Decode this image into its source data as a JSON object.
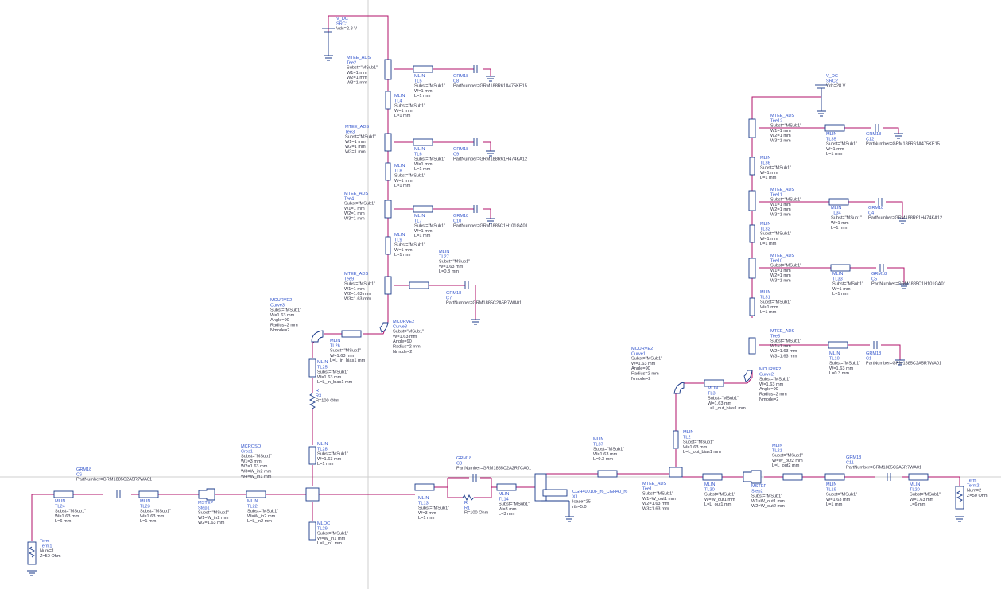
{
  "components": [
    {
      "name": "SRC1",
      "lines": [
        "V_DC",
        "SRC1",
        "Vdc=2.8 V"
      ]
    },
    {
      "name": "Tee2",
      "lines": [
        "MTEE_ADS",
        "Tee2",
        "Subst=\"MSub1\"",
        "W1=1 mm",
        "W2=1 mm",
        "W3=1 mm"
      ]
    },
    {
      "name": "TL5",
      "lines": [
        "MLIN",
        "TL5",
        "Subst=\"MSub1\"",
        "W=1 mm",
        "L=1 mm"
      ]
    },
    {
      "name": "C8",
      "lines": [
        "GRM18",
        "C8",
        "PartNumber=GRM188R61A475KE15"
      ]
    },
    {
      "name": "TL4",
      "lines": [
        "MLIN",
        "TL4",
        "Subst=\"MSub1\"",
        "W=1 mm",
        "L=1 mm"
      ]
    },
    {
      "name": "Tee3",
      "lines": [
        "MTEE_ADS",
        "Tee3",
        "Subst=\"MSub1\"",
        "W1=1 mm",
        "W2=1 mm",
        "W3=1 mm"
      ]
    },
    {
      "name": "TL6",
      "lines": [
        "MLIN",
        "TL6",
        "Subst=\"MSub1\"",
        "W=1 mm",
        "L=1 mm"
      ]
    },
    {
      "name": "C9",
      "lines": [
        "GRM18",
        "C9",
        "PartNumber=GRM188R61H474KA12"
      ]
    },
    {
      "name": "TL8",
      "lines": [
        "MLIN",
        "TL8",
        "Subst=\"MSub1\"",
        "W=1 mm",
        "L=1 mm"
      ]
    },
    {
      "name": "Tee4",
      "lines": [
        "MTEE_ADS",
        "Tee4",
        "Subst=\"MSub1\"",
        "W1=1 mm",
        "W2=1 mm",
        "W3=1 mm"
      ]
    },
    {
      "name": "TL7",
      "lines": [
        "MLIN",
        "TL7",
        "Subst=\"MSub1\"",
        "W=1 mm",
        "L=1 mm"
      ]
    },
    {
      "name": "C10",
      "lines": [
        "GRM18",
        "C10",
        "PartNumber=GRM1885C1H101GA01"
      ]
    },
    {
      "name": "TL9",
      "lines": [
        "MLIN",
        "TL9",
        "Subst=\"MSub1\"",
        "W=1 mm",
        "L=1 mm"
      ]
    },
    {
      "name": "TL27",
      "lines": [
        "MLIN",
        "TL27",
        "Subst=\"MSub1\"",
        "W=1.63 mm",
        "L=0.3 mm"
      ]
    },
    {
      "name": "Tee9",
      "lines": [
        "MTEE_ADS",
        "Tee9",
        "Subst=\"MSub1\"",
        "W1=1 mm",
        "W2=1.63 mm",
        "W3=1.63 mm"
      ]
    },
    {
      "name": "C7",
      "lines": [
        "GRM18",
        "C7",
        "PartNumber=GRM1885C2A5R7WA01"
      ]
    },
    {
      "name": "Curve3",
      "lines": [
        "MCURVE2",
        "Curve3",
        "Subst=\"MSub1\"",
        "W=1.63 mm",
        "Angle=90",
        "Radius=2 mm",
        "Nmode=2"
      ]
    },
    {
      "name": "Curve8",
      "lines": [
        "MCURVE2",
        "Curve8",
        "Subst=\"MSub1\"",
        "W=1.63 mm",
        "Angle=90",
        "Radius=2 mm",
        "Nmode=2"
      ]
    },
    {
      "name": "TL26",
      "lines": [
        "MLIN",
        "TL26",
        "Subst=\"MSub1\"",
        "W=1.63 mm",
        "L=L_in_bias1 mm"
      ]
    },
    {
      "name": "TL25",
      "lines": [
        "MLIN",
        "TL25",
        "Subst=\"MSub1\"",
        "W=1.63 mm",
        "L=L_in_bias1 mm"
      ]
    },
    {
      "name": "R3",
      "lines": [
        "R",
        "R3",
        "R=100 Ohm"
      ]
    },
    {
      "name": "TL28",
      "lines": [
        "MLIN",
        "TL28",
        "Subst=\"MSub1\"",
        "W=1.63 mm",
        "L=1 mm"
      ]
    },
    {
      "name": "Cros1",
      "lines": [
        "MCROSO",
        "Cros1",
        "Subst=\"MSub1\"",
        "W1=3 mm",
        "W2=1.63 mm",
        "W3=W_in2 mm",
        "W4=W_in1 mm"
      ]
    },
    {
      "name": "C6",
      "lines": [
        "GRM18",
        "C6",
        "PartNumber=GRM1885C2A5R7WA01"
      ]
    },
    {
      "name": "TL24",
      "lines": [
        "MLIN",
        "TL24",
        "Subst=\"MSub1\"",
        "W=1.63 mm",
        "L=6 mm"
      ]
    },
    {
      "name": "TL23",
      "lines": [
        "MLIN",
        "TL23",
        "Subst=\"MSub1\"",
        "W=1.63 mm",
        "L=1 mm"
      ]
    },
    {
      "name": "Step1",
      "lines": [
        "MSTEP",
        "Step1",
        "Subst=\"MSub1\"",
        "W1=W_in2 mm",
        "W2=1.63 mm"
      ]
    },
    {
      "name": "TL22",
      "lines": [
        "MLIN",
        "TL22",
        "Subst=\"MSub1\"",
        "W=W_in2 mm",
        "L=L_in2 mm"
      ]
    },
    {
      "name": "TL29",
      "lines": [
        "MLOC",
        "TL29",
        "Subst=\"MSub1\"",
        "W=W_in1 mm",
        "L=L_in1 mm"
      ]
    },
    {
      "name": "Term1",
      "lines": [
        "Term",
        "Term1",
        "Num=1",
        "Z=50 Ohm"
      ]
    },
    {
      "name": "C3",
      "lines": [
        "GRM18",
        "C3",
        "PartNumber=GRM1885C2A2R7CA01"
      ]
    },
    {
      "name": "TL13",
      "lines": [
        "MLIN",
        "TL13",
        "Subst=\"MSub1\"",
        "W=3 mm",
        "L=1 mm"
      ]
    },
    {
      "name": "R1",
      "lines": [
        "R",
        "R1",
        "R=100 Ohm"
      ]
    },
    {
      "name": "TL14",
      "lines": [
        "MLIN",
        "TL14",
        "Subst=\"MSub1\"",
        "W=3 mm",
        "L=3 mm"
      ]
    },
    {
      "name": "X1",
      "lines": [
        "CGH40010F_r6_CGH40_r6",
        "X1",
        "Icase=25",
        "rth=5.0"
      ]
    },
    {
      "name": "TL37",
      "lines": [
        "MLIN",
        "TL37",
        "Subst=\"MSub1\"",
        "W=1.63 mm",
        "L=0.3 mm"
      ]
    },
    {
      "name": "Tee1",
      "lines": [
        "MTEE_ADS",
        "Tee1",
        "Subst=\"MSub1\"",
        "W1=W_out1 mm",
        "W2=1.63 mm",
        "W3=1.63 mm"
      ]
    },
    {
      "name": "Curve1",
      "lines": [
        "MCURVE2",
        "Curve1",
        "Subst=\"MSub1\"",
        "W=1.63 mm",
        "Angle=90",
        "Radius=2 mm",
        "Nmode=2"
      ]
    },
    {
      "name": "TL2",
      "lines": [
        "MLIN",
        "TL2",
        "Subst=\"MSub1\"",
        "W=1.63 mm",
        "L=L_out_bias1 mm"
      ]
    },
    {
      "name": "TL3",
      "lines": [
        "MLIN",
        "TL3",
        "Subst=\"MSub1\"",
        "W=1.63 mm",
        "L=L_out_bias1 mm"
      ]
    },
    {
      "name": "Curve2",
      "lines": [
        "MCURVE2",
        "Curve2",
        "Subst=\"MSub1\"",
        "W=1.63 mm",
        "Angle=90",
        "Radius=2 mm",
        "Nmode=2"
      ]
    },
    {
      "name": "TL30",
      "lines": [
        "MLIN",
        "TL30",
        "Subst=\"MSub1\"",
        "W=W_out1 mm",
        "L=L_out1 mm"
      ]
    },
    {
      "name": "Step2",
      "lines": [
        "MSTEP",
        "Step2",
        "Subst=\"MSub1\"",
        "W1=W_out1 mm",
        "W2=W_out2 mm"
      ]
    },
    {
      "name": "TL21",
      "lines": [
        "MLIN",
        "TL21",
        "Subst=\"MSub1\"",
        "W=W_out2 mm",
        "L=L_out2 mm"
      ]
    },
    {
      "name": "TL19",
      "lines": [
        "MLIN",
        "TL19",
        "Subst=\"MSub1\"",
        "W=1.63 mm",
        "L=1 mm"
      ]
    },
    {
      "name": "C11",
      "lines": [
        "GRM18",
        "C11",
        "PartNumber=GRM1885C2A5R7WA01"
      ]
    },
    {
      "name": "TL20",
      "lines": [
        "MLIN",
        "TL20",
        "Subst=\"MSub1\"",
        "W=1.63 mm",
        "L=6 mm"
      ]
    },
    {
      "name": "Term2",
      "lines": [
        "Term",
        "Term2",
        "Num=2",
        "Z=50 Ohm"
      ]
    },
    {
      "name": "SRC2",
      "lines": [
        "V_DC",
        "SRC2",
        "Vdc=28 V"
      ]
    },
    {
      "name": "Tee12",
      "lines": [
        "MTEE_ADS",
        "Tee12",
        "Subst=\"MSub1\"",
        "W1=1 mm",
        "W2=1 mm",
        "W3=1 mm"
      ]
    },
    {
      "name": "TL35",
      "lines": [
        "MLIN",
        "TL35",
        "Subst=\"MSub1\"",
        "W=1 mm",
        "L=1 mm"
      ]
    },
    {
      "name": "C12",
      "lines": [
        "GRM18",
        "C12",
        "PartNumber=GRM188R61A475KE15"
      ]
    },
    {
      "name": "TL36",
      "lines": [
        "MLIN",
        "TL36",
        "Subst=\"MSub1\"",
        "W=1 mm",
        "L=1 mm"
      ]
    },
    {
      "name": "Tee11",
      "lines": [
        "MTEE_ADS",
        "Tee11",
        "Subst=\"MSub1\"",
        "W1=1 mm",
        "W2=1 mm",
        "W3=1 mm"
      ]
    },
    {
      "name": "TL34",
      "lines": [
        "MLIN",
        "TL34",
        "Subst=\"MSub1\"",
        "W=1 mm",
        "L=1 mm"
      ]
    },
    {
      "name": "C4",
      "lines": [
        "GRM18",
        "C4",
        "PartNumber=GRM188R61H474KA12"
      ]
    },
    {
      "name": "TL32",
      "lines": [
        "MLIN",
        "TL32",
        "Subst=\"MSub1\"",
        "W=1 mm",
        "L=1 mm"
      ]
    },
    {
      "name": "Tee10",
      "lines": [
        "MTEE_ADS",
        "Tee10",
        "Subst=\"MSub1\"",
        "W1=1 mm",
        "W2=1 mm",
        "W3=1 mm"
      ]
    },
    {
      "name": "TL33",
      "lines": [
        "MLIN",
        "TL33",
        "Subst=\"MSub1\"",
        "W=1 mm",
        "L=1 mm"
      ]
    },
    {
      "name": "C5",
      "lines": [
        "GRM18",
        "C5",
        "PartNumber=GRM1885C1H101GA01"
      ]
    },
    {
      "name": "TL31",
      "lines": [
        "MLIN",
        "TL31",
        "Subst=\"MSub1\"",
        "W=1 mm",
        "L=1 mm"
      ]
    },
    {
      "name": "Tee5",
      "lines": [
        "MTEE_ADS",
        "Tee5",
        "Subst=\"MSub1\"",
        "W1=1 mm",
        "W2=1.63 mm",
        "W3=1.63 mm"
      ]
    },
    {
      "name": "TL10",
      "lines": [
        "MLIN",
        "TL10",
        "Subst=\"MSub1\"",
        "W=1.63 mm",
        "L=0.3 mm"
      ]
    },
    {
      "name": "C1",
      "lines": [
        "GRM18",
        "C1",
        "PartNumber=GRM1885C2A5R7WA01"
      ]
    }
  ]
}
